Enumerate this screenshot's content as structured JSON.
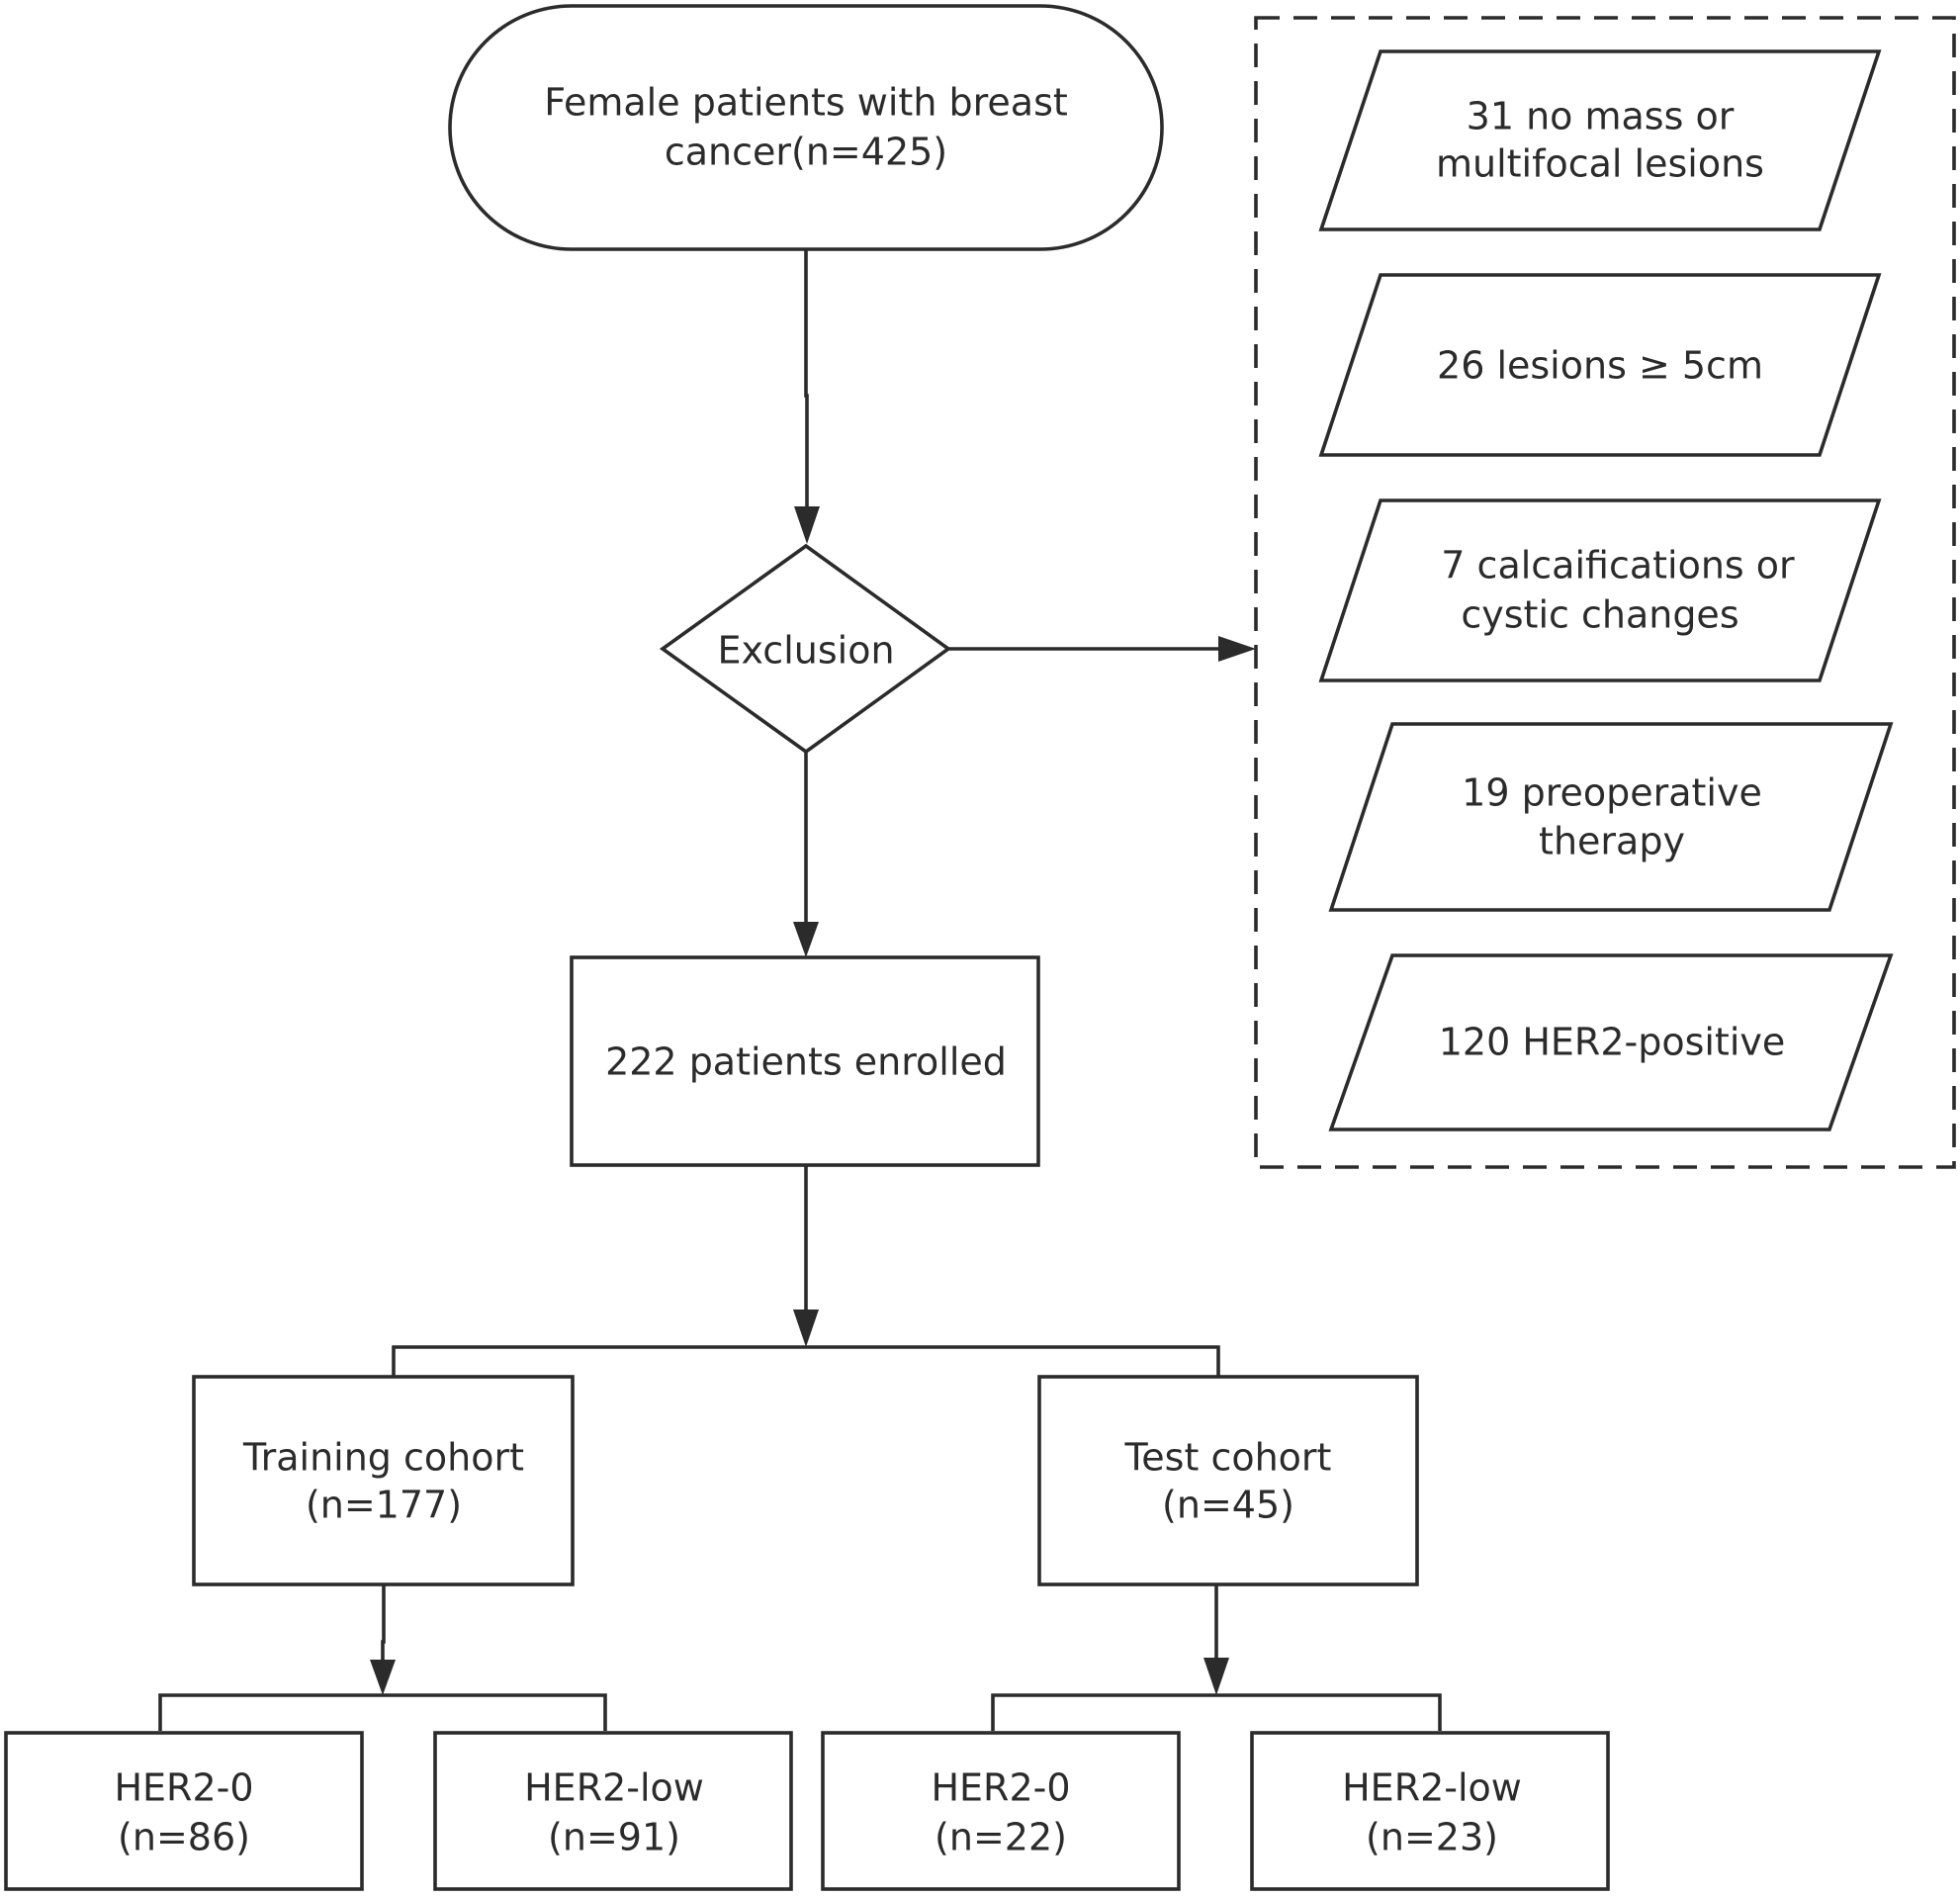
{
  "nodes": {
    "start": {
      "lines": [
        "Female patients with breast",
        "cancer(n=425)"
      ]
    },
    "exclusion": {
      "lines": [
        "Exclusion"
      ]
    },
    "enrolled": {
      "lines": [
        "222 patients enrolled"
      ]
    },
    "training": {
      "lines": [
        "Training cohort",
        "(n=177)"
      ]
    },
    "test": {
      "lines": [
        "Test cohort",
        "(n=45)"
      ]
    },
    "train_her2_0": {
      "lines": [
        "HER2-0",
        "(n=86)"
      ]
    },
    "train_her2_low": {
      "lines": [
        "HER2-low",
        "(n=91)"
      ]
    },
    "test_her2_0": {
      "lines": [
        "HER2-0",
        "(n=22)"
      ]
    },
    "test_her2_low": {
      "lines": [
        "HER2-low",
        "(n=23)"
      ]
    }
  },
  "exclusions": [
    {
      "lines": [
        "31 no mass or",
        "multifocal lesions"
      ]
    },
    {
      "lines": [
        "26 lesions ≥ 5cm"
      ]
    },
    {
      "lines": [
        "7 calcaifications or",
        "cystic changes"
      ]
    },
    {
      "lines": [
        "19 preoperative",
        "therapy"
      ]
    },
    {
      "lines": [
        "120 HER2-positive"
      ]
    }
  ]
}
